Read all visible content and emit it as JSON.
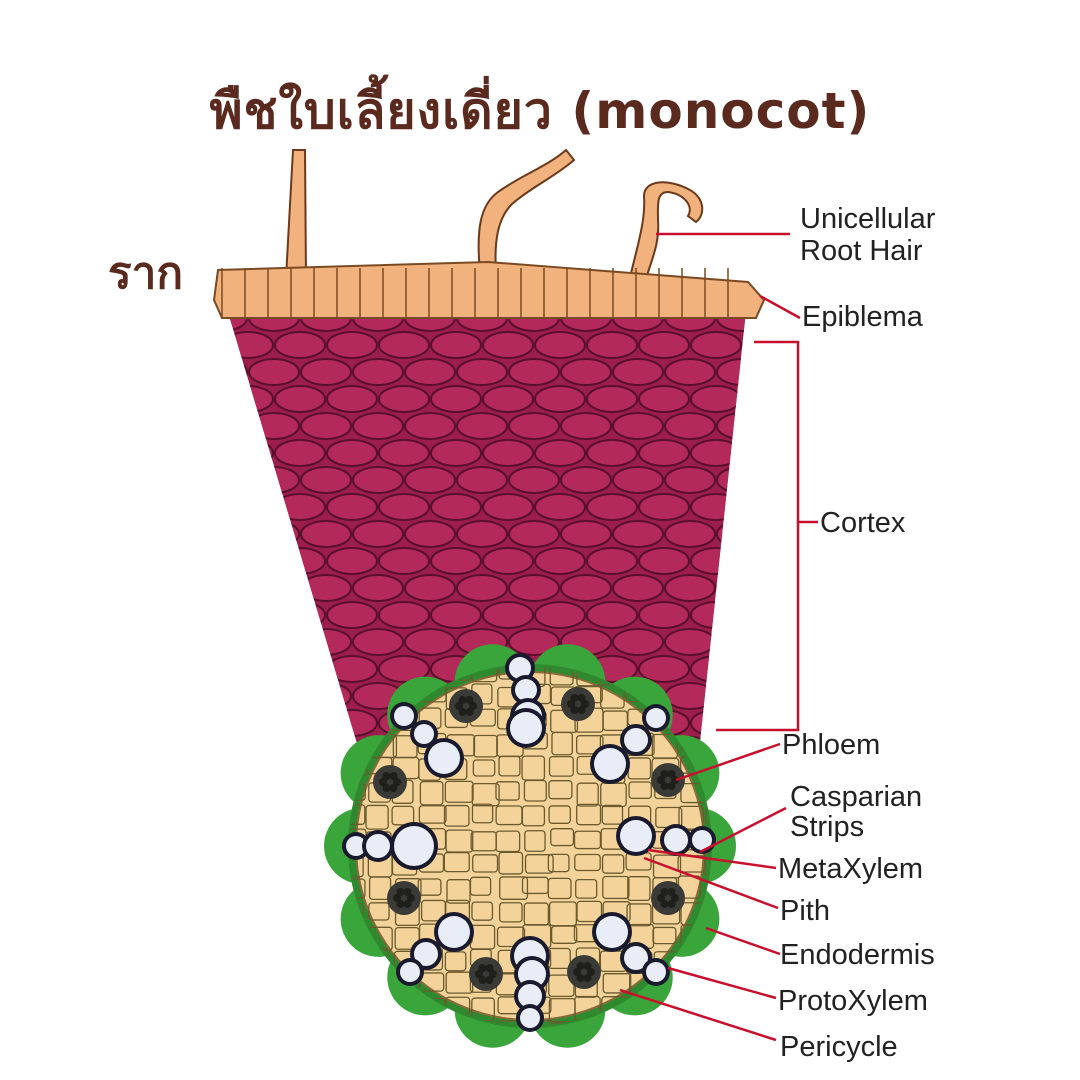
{
  "title": "พืชใบเลี้ยงเดี่ยว (monocot)",
  "subtitle": "ราก",
  "labels": {
    "root_hair_1": "Unicellular",
    "root_hair_2": "Root Hair",
    "epiblema": "Epiblema",
    "cortex": "Cortex",
    "phloem": "Phloem",
    "casparian_1": "Casparian",
    "casparian_2": "Strips",
    "metaxylem": "MetaXylem",
    "pith": "Pith",
    "endodermis": "Endodermis",
    "protoxylem": "ProtoXylem",
    "pericycle": "Pericycle"
  },
  "colors": {
    "title_text": "#5a2a1f",
    "cortex": "#a3214f",
    "cortex_cell": "#b32a5a",
    "epidermis": "#f1b27e",
    "stele": "#f3d39a",
    "endodermis": "#3aa53a",
    "leader": "#c8102e",
    "phloem": "#3a3a36"
  }
}
